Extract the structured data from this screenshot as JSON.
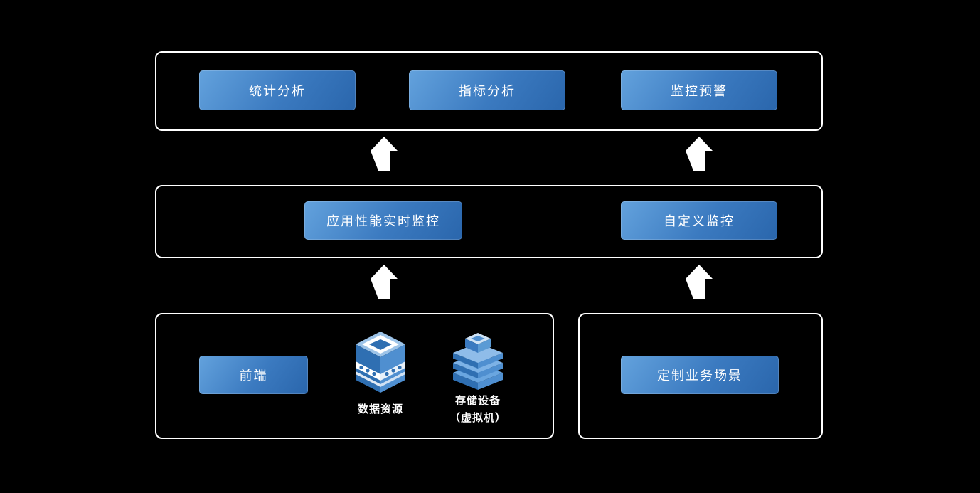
{
  "colors": {
    "background": "#000000",
    "panel_border": "#ffffff",
    "node_blue_light": "#63a2dd",
    "node_blue_dark": "#2a66ac",
    "arrow": "#ffffff",
    "text": "#ffffff"
  },
  "layers": {
    "analysis": {
      "buttons": [
        {
          "label": "统计分析"
        },
        {
          "label": "指标分析"
        },
        {
          "label": "监控预警"
        }
      ]
    },
    "monitoring": {
      "buttons": [
        {
          "label": "应用性能实时监控"
        },
        {
          "label": "自定义监控"
        }
      ]
    },
    "sources_left": {
      "front_end_label": "前端",
      "data_resource_label": "数据资源",
      "storage_label_line1": "存储设备",
      "storage_label_line2": "（虚拟机）"
    },
    "sources_right": {
      "button_label": "定制业务场景"
    }
  }
}
